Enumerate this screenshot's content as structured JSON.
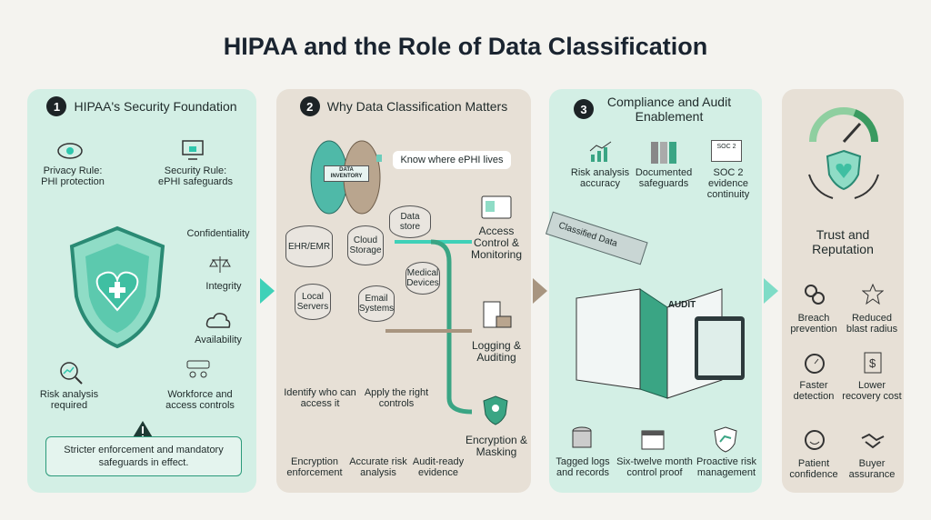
{
  "title": "HIPAA and the Role of Data Classification",
  "colors": {
    "mint": "#d3efe5",
    "beige": "#e7e0d6",
    "teal": "#2fc7ad",
    "brown": "#a89580"
  },
  "panel1": {
    "number": "1",
    "title": "HIPAA's Security Foundation",
    "items": [
      "Privacy Rule: PHI protection",
      "Security Rule: ePHI safeguards",
      "Confidentiality",
      "Integrity",
      "Availability",
      "Risk analysis required",
      "Workforce and access controls"
    ],
    "warning": "Stricter enforcement and mandatory safeguards in effect."
  },
  "panel2": {
    "number": "2",
    "title": "Why Data Classification Matters",
    "inventory": "DATA INVENTORY",
    "callout": "Know where ePHI lives",
    "stores": [
      "EHR/EMR",
      "Cloud Storage",
      "Data store",
      "Local Servers",
      "Email Systems",
      "Medical Devices"
    ],
    "outcomes": [
      "Access Control & Monitoring",
      "Logging & Auditing",
      "Encryption & Masking"
    ],
    "bottom": [
      "Identify who can access it",
      "Apply the right controls",
      "Encryption enforcement",
      "Accurate risk analysis",
      "Audit-ready evidence"
    ]
  },
  "panel3": {
    "number": "3",
    "title": "Compliance and Audit Enablement",
    "top": [
      "Risk analysis accuracy",
      "Documented safeguards",
      "SOC 2 evidence continuity"
    ],
    "pipe": "Classified Data",
    "audit": "AUDIT",
    "soc": "SOC 2",
    "bottom": [
      "Tagged logs and records",
      "Six-twelve month control proof",
      "Proactive risk management"
    ]
  },
  "panel4": {
    "title": "Trust and Reputation",
    "items": [
      "Breach prevention",
      "Reduced blast radius",
      "Faster detection",
      "Lower recovery cost",
      "Patient confidence",
      "Buyer assurance"
    ]
  }
}
